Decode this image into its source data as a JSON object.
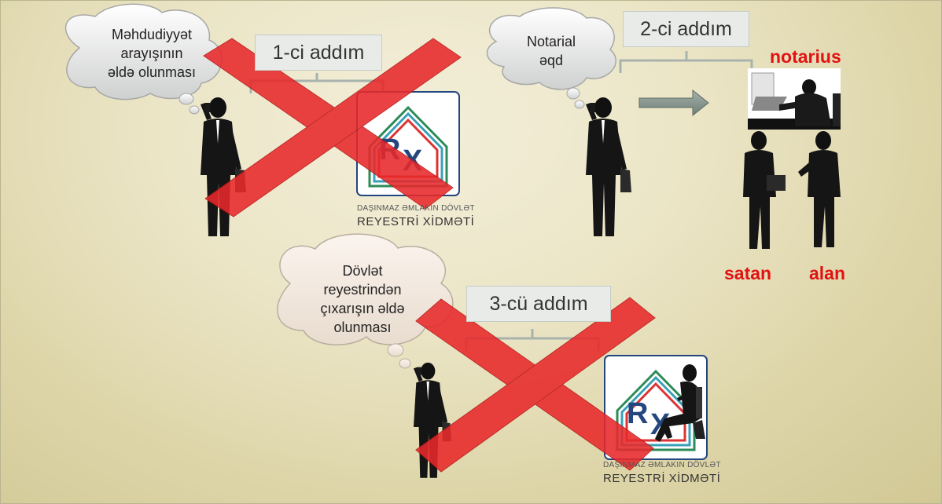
{
  "steps": {
    "step1": "1-ci addım",
    "step2": "2-ci addım",
    "step3": "3-cü addım"
  },
  "thoughts": {
    "t1_line1": "Məhdudiyyət",
    "t1_line2": "arayışının",
    "t1_line3": "əldə olunması",
    "t2_line1": "Notarial",
    "t2_line2": "əqd",
    "t3_line1": "Dövlət",
    "t3_line2": "reyestrindən",
    "t3_line3": "çıxarışın əldə",
    "t3_line4": "olunması"
  },
  "labels": {
    "notarius": "notarius",
    "satan": "satan",
    "alan": "alan"
  },
  "logo": {
    "mark": "RX",
    "caption_small": "DAŞINMAZ ƏMLAKIN DÖVLƏT",
    "caption_big": "REYESTRİ XİDMƏTİ"
  },
  "colors": {
    "cross": "#e8292b",
    "label_red": "#e21212",
    "logo_blue": "#24467f",
    "arrow": "#7e8d87"
  }
}
